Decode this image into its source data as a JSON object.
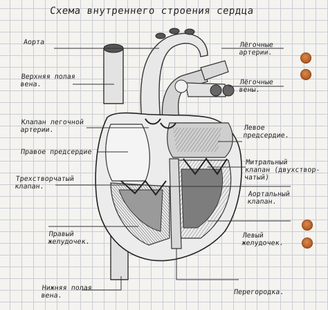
{
  "title": "Схема внутреннего строения сердца",
  "labels": {
    "aorta": "Аорта",
    "svc": "Верхняя полая\nвена.",
    "pulm_valve": "Клапан легочной\nартерии.",
    "right_atrium": "Правое предсердие",
    "tricuspid": "Трехстворчатый\nклапан.",
    "right_ventricle": "Правый\nжелудочек.",
    "ivc": "Нижняя полая\nвена.",
    "pulm_arteries": "Лёгочные\nартерии.",
    "pulm_veins": "Лёгочные\nвены.",
    "left_atrium": "Левое\nпредсердие.",
    "mitral": "Митральный\nклапан (двухствор-\nчатый)",
    "aortic_valve": "Аортальный\nклапан.",
    "left_ventricle": "Левый\nжелудочек.",
    "septum": "Перегородка."
  },
  "colors": {
    "paper": "#f4f3ef",
    "grid": "#c9ccd4",
    "ink": "#222222",
    "pencil": "#555555",
    "hole": "#c06a30"
  }
}
